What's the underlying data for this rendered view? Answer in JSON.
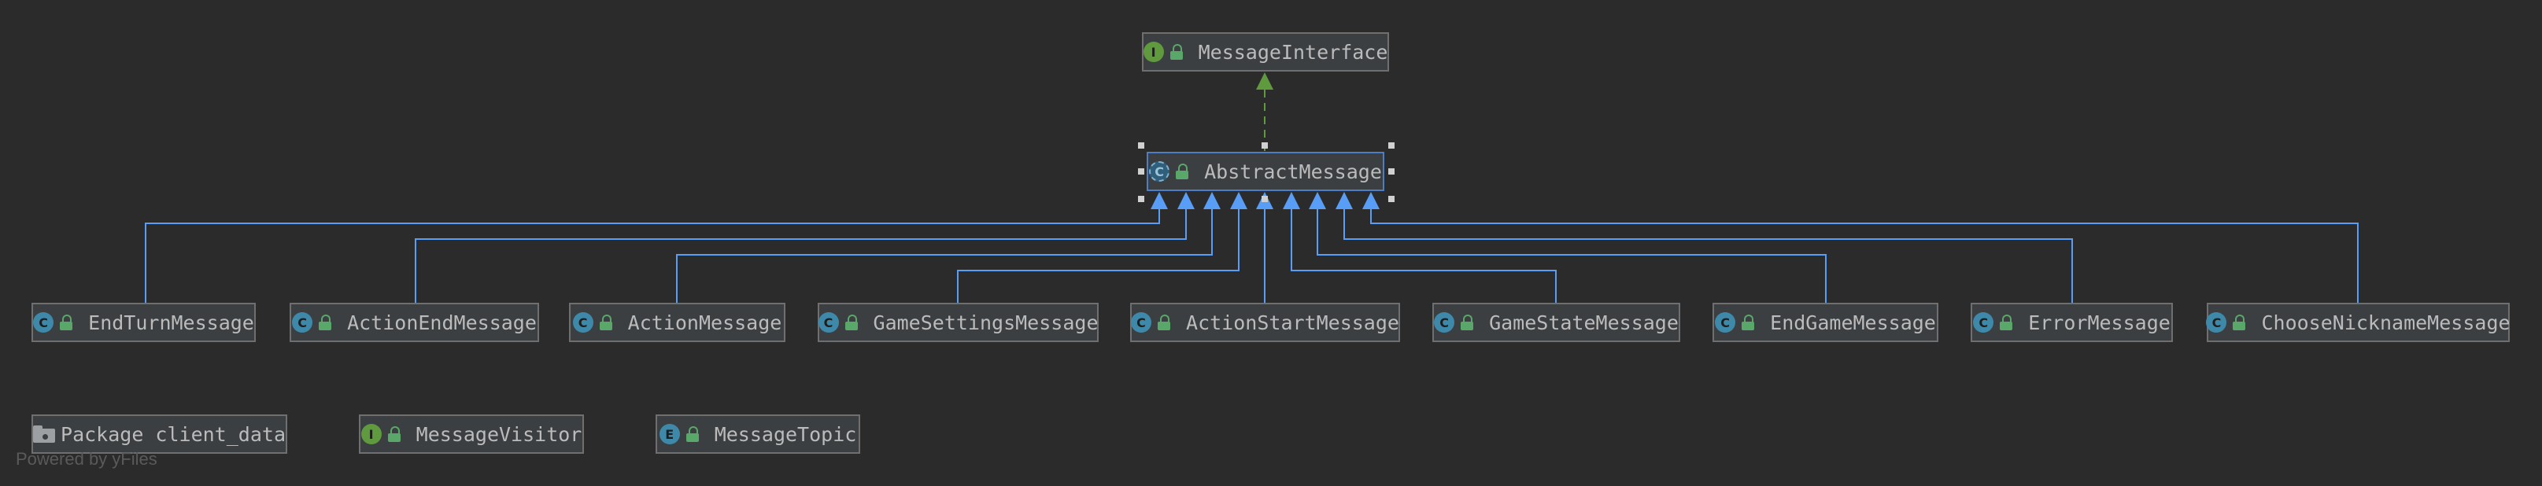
{
  "diagram": {
    "interface": {
      "name": "MessageInterface",
      "kind": "I"
    },
    "abstract": {
      "name": "AbstractMessage",
      "kind": "C"
    },
    "subclasses": [
      {
        "name": "EndTurnMessage",
        "kind": "C"
      },
      {
        "name": "ActionEndMessage",
        "kind": "C"
      },
      {
        "name": "ActionMessage",
        "kind": "C"
      },
      {
        "name": "GameSettingsMessage",
        "kind": "C"
      },
      {
        "name": "ActionStartMessage",
        "kind": "C"
      },
      {
        "name": "GameStateMessage",
        "kind": "C"
      },
      {
        "name": "EndGameMessage",
        "kind": "C"
      },
      {
        "name": "ErrorMessage",
        "kind": "C"
      },
      {
        "name": "ChooseNicknameMessage",
        "kind": "C"
      }
    ],
    "extras": [
      {
        "name": "Package client_data",
        "type": "package"
      },
      {
        "name": "MessageVisitor",
        "kind": "I"
      },
      {
        "name": "MessageTopic",
        "kind": "E"
      }
    ]
  },
  "footer": "Powered by yFiles",
  "colors": {
    "background": "#2b2b2b",
    "node_border": "#6f6f6f",
    "inheritance_edge": "#589df6",
    "implements_edge": "#5f9a3f",
    "class_icon": "#3e89aa",
    "interface_icon": "#5f9a3f"
  }
}
